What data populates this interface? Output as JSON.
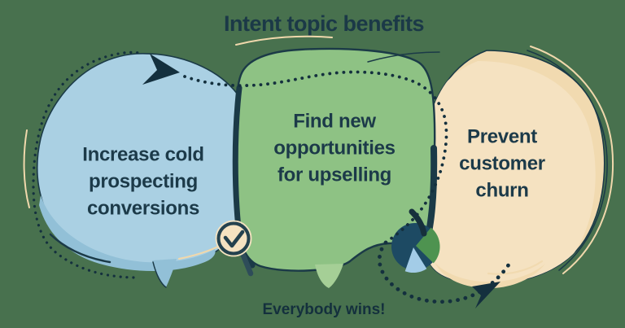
{
  "title": "Intent topic benefits",
  "caption": "Everybody wins!",
  "bubbles": {
    "prospecting": {
      "label": "Increase cold\nprospecting\nconversions",
      "color": "#AAD0E3"
    },
    "upselling": {
      "label": "Find new\nopportunities\nfor upselling",
      "color": "#8EC284"
    },
    "churn": {
      "label": "Prevent\ncustomer\nchurn",
      "color": "#F1DAB0"
    }
  },
  "icons": {
    "magnifier_check": "magnifier-with-checkmark",
    "pie_chart": "pie-chart"
  },
  "colors": {
    "background": "#48714E",
    "navy_text": "#1C3A49",
    "path_navy": "#14303E",
    "bubble_blue": "#AAD0E3",
    "bubble_blue_shade": "#92C0D7",
    "bubble_green": "#8EC284",
    "bubble_green_tail": "#A5CF96",
    "bubble_tan_deep": "#F1DAB0",
    "bubble_tan_light": "#F5E2C1",
    "outline_navy": "#1B3A47",
    "cream_accent": "#F0D8AC",
    "pie_dark": "#1D4A63",
    "pie_green": "#4E9350",
    "pie_blue": "#A3CCE7",
    "magnifier_ring": "#24414E",
    "magnifier_fill": "#F5E2C1",
    "magnifier_handle": "#2E4C59"
  }
}
